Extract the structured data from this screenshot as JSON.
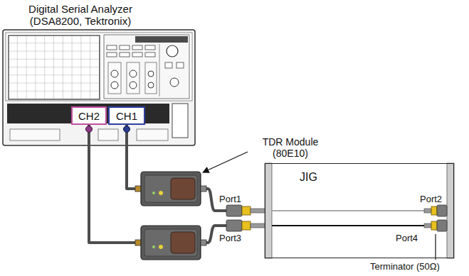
{
  "diagram": {
    "nodes": [
      {
        "text": [
          "Digital Serial Analyzer (DSA8200, Tektronix)"
        ]
      },
      {
        "text": [
          "CH2"
        ],
        "in": 0
      },
      {
        "text": [
          "CH1"
        ],
        "in": 0
      },
      {
        "text": [
          "JIG"
        ]
      }
    ],
    "edges": [
      {
        "from": 2,
        "to": 3,
        "arrow": "none"
      },
      {
        "from": 1,
        "to": 3,
        "arrow": "none"
      }
    ],
    "labels": [
      "TDR Module (80E10)",
      "Port1",
      "Port3",
      "Port2",
      "Port4",
      "Terminator (50Ω)"
    ]
  }
}
